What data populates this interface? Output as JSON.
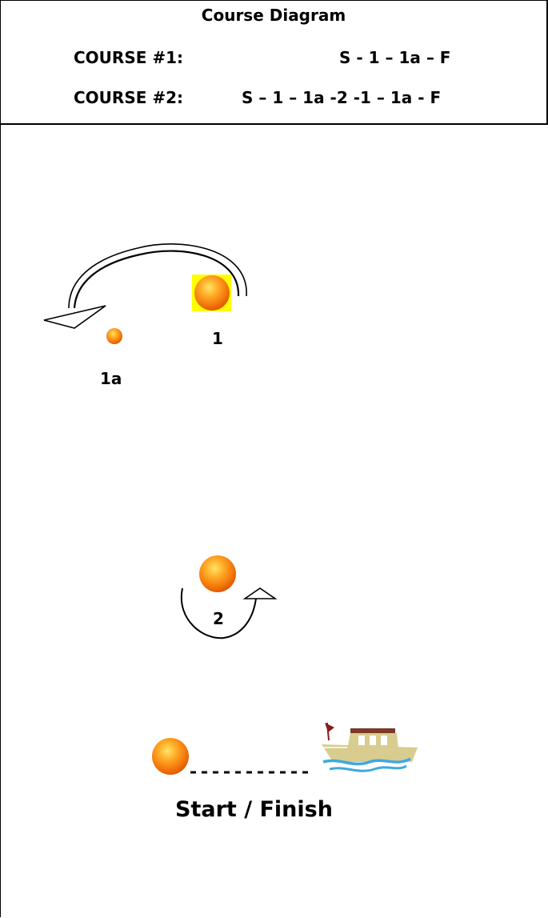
{
  "header": {
    "title": "Course Diagram",
    "course1_label": "COURSE #1:",
    "course1_sequence": "S - 1 – 1a – F",
    "course2_label": "COURSE #2:",
    "course2_sequence": "S – 1 – 1a -2 -1 – 1a - F"
  },
  "marks": {
    "buoy1": "1",
    "buoy1a": "1a",
    "buoy2": "2",
    "start_finish": "Start / Finish"
  },
  "colors": {
    "buoy_orange": "#f57a0c",
    "buoy_highlight": "#ffe14a",
    "selection_yellow": "#ffff00",
    "boat_hull": "#d8cd8e",
    "boat_flag": "#8b1a1a",
    "water_blue": "#3fa8e0"
  }
}
